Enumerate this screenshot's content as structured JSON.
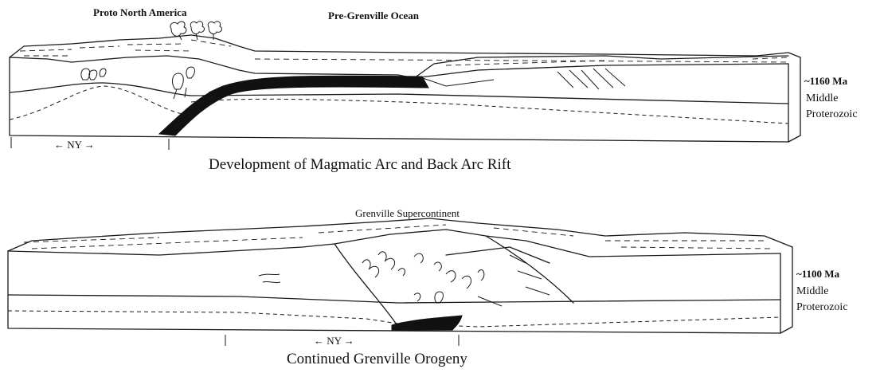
{
  "panel_top": {
    "label_continent": "Proto North America",
    "label_ocean": "Pre-Grenville Ocean",
    "age": "~1160 Ma",
    "era_line1": "Middle",
    "era_line2": "Proterozoic",
    "ny_marker": "← NY →",
    "caption": "Development of Magmatic Arc and Back Arc Rift"
  },
  "panel_bottom": {
    "label_continent": "Grenville Supercontinent",
    "age": "~1100 Ma",
    "era_line1": "Middle",
    "era_line2": "Proterozoic",
    "ny_marker": "← NY →",
    "caption": "Continued Grenville Orogeny"
  }
}
